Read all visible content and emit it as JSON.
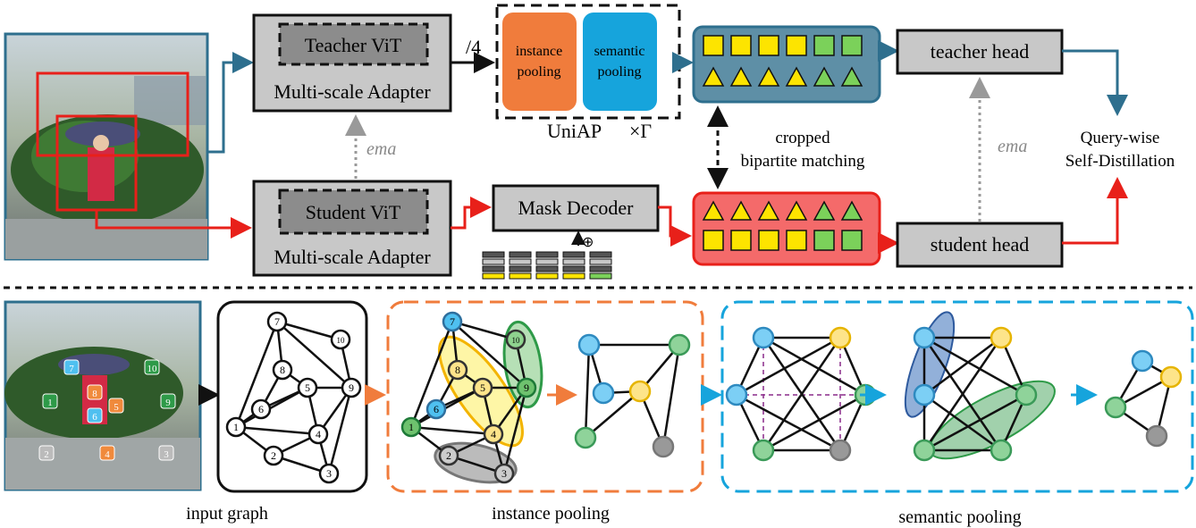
{
  "pipeline": {
    "teacher_vit": "Teacher ViT",
    "student_vit": "Student ViT",
    "adapter_top": "Multi-scale Adapter",
    "adapter_bottom": "Multi-scale Adapter",
    "downsample": "/4",
    "instance_pooling": [
      "instance",
      "pooling"
    ],
    "semantic_pooling": [
      "semantic",
      "pooling"
    ],
    "uniap": "UniAP",
    "repeat": "×Γ",
    "ema_left": "ema",
    "ema_right": "ema",
    "mask_decoder": "Mask Decoder",
    "oplus": "⊕",
    "matching": [
      "cropped",
      "bipartite matching"
    ],
    "teacher_head": "teacher head",
    "student_head": "student head",
    "distill": [
      "Query-wise",
      "Self-Distillation"
    ]
  },
  "graph_nodes": [
    "1",
    "2",
    "3",
    "4",
    "5",
    "6",
    "7",
    "8",
    "9",
    "10"
  ],
  "photo_labels": [
    {
      "label": "7",
      "color": "#4fc0f0"
    },
    {
      "label": "10",
      "color": "#2e9a48"
    },
    {
      "label": "1",
      "color": "#2e9a48"
    },
    {
      "label": "8",
      "color": "#f08a3c"
    },
    {
      "label": "5",
      "color": "#f08a3c"
    },
    {
      "label": "6",
      "color": "#4fc0f0"
    },
    {
      "label": "9",
      "color": "#2e9a48"
    },
    {
      "label": "2",
      "color": "#bbbbbb"
    },
    {
      "label": "4",
      "color": "#f08a3c"
    },
    {
      "label": "3",
      "color": "#bbbbbb"
    }
  ],
  "captions": {
    "input": "input graph",
    "instance": "instance pooling",
    "semantic": "semantic pooling"
  },
  "colors": {
    "teacher_arrow": "#2e6f8e",
    "student_arrow": "#e8201a",
    "instance_orange": "#f07c3c",
    "semantic_blue": "#16a4dc",
    "yellow": "#fde400",
    "green": "#7bd15a"
  }
}
